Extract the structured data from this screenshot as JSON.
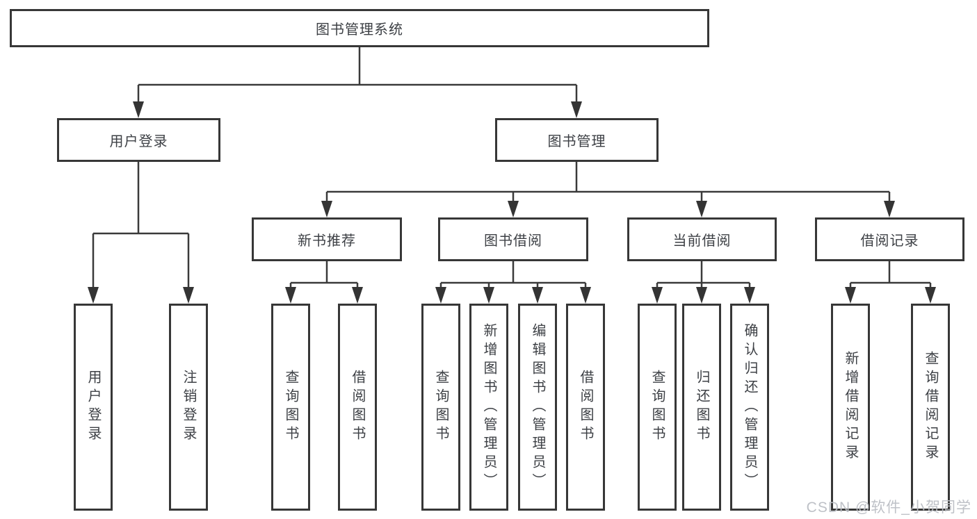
{
  "tree": {
    "label": "图书管理系统",
    "children": [
      {
        "label": "用户登录",
        "children": [
          {
            "label": "用户登录"
          },
          {
            "label": "注销登录"
          }
        ]
      },
      {
        "label": "图书管理",
        "children": [
          {
            "label": "新书推荐",
            "children": [
              {
                "label": "查询图书"
              },
              {
                "label": "借阅图书"
              }
            ]
          },
          {
            "label": "图书借阅",
            "children": [
              {
                "label": "查询图书"
              },
              {
                "label": "新增图书（管理员）"
              },
              {
                "label": "编辑图书（管理员）"
              },
              {
                "label": "借阅图书"
              }
            ]
          },
          {
            "label": "当前借阅",
            "children": [
              {
                "label": "查询图书"
              },
              {
                "label": "归还图书"
              },
              {
                "label": "确认归还（管理员）"
              }
            ]
          },
          {
            "label": "借阅记录",
            "children": [
              {
                "label": "新增借阅记录"
              },
              {
                "label": "查询借阅记录"
              }
            ]
          }
        ]
      }
    ]
  },
  "watermark": {
    "text": "CSDN @软件_小贺同学",
    "color": "#babec4"
  },
  "colors": {
    "line": "#3a3a3a",
    "box_border": "#373737",
    "text": "#3d4045",
    "background": "#ffffff"
  }
}
